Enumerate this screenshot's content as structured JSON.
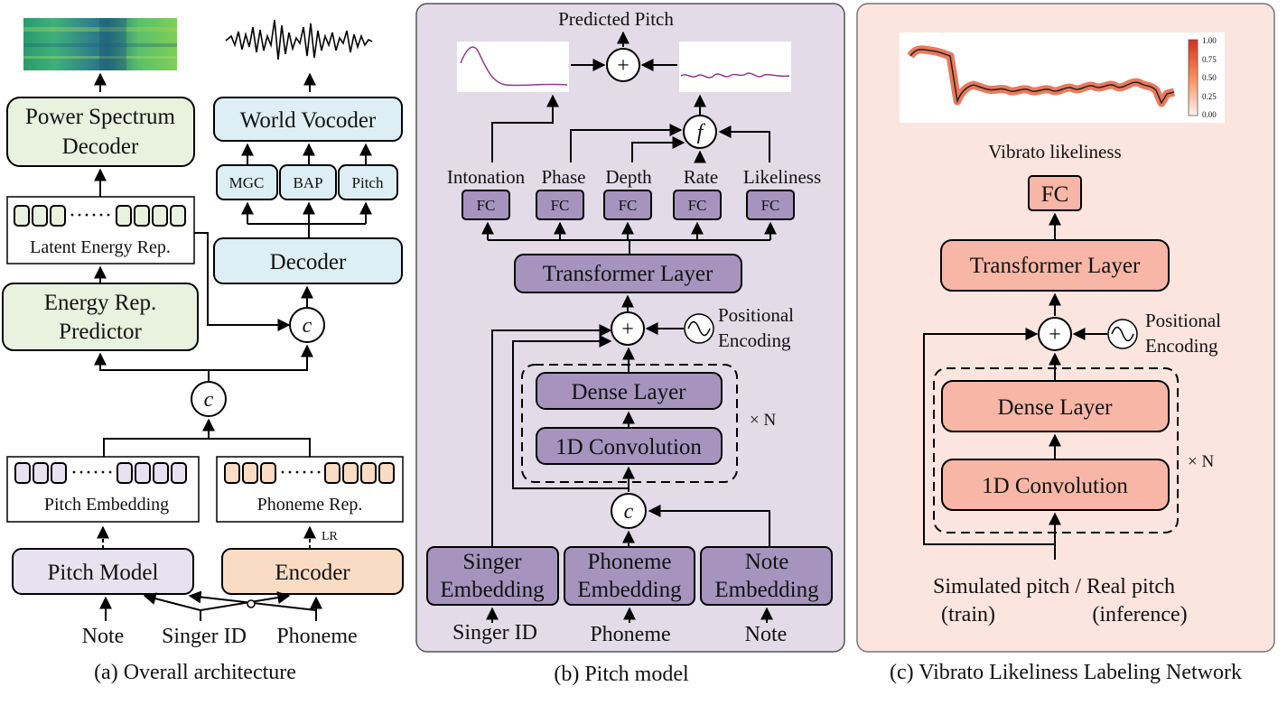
{
  "panel_a": {
    "caption": "(a) Overall architecture",
    "power_spectrum_decoder": [
      "Power Spectrum",
      "Decoder"
    ],
    "world_vocoder": "World Vocoder",
    "mgc": "MGC",
    "bap": "BAP",
    "pitch": "Pitch",
    "latent_energy_rep": "Latent Energy Rep.",
    "decoder": "Decoder",
    "energy_rep_predictor": [
      "Energy Rep.",
      "Predictor"
    ],
    "concat": "c",
    "pitch_embedding": "Pitch Embedding",
    "phoneme_rep": "Phoneme Rep.",
    "lr": "LR",
    "pitch_model": "Pitch Model",
    "encoder": "Encoder",
    "note": "Note",
    "singer_id": "Singer ID",
    "phoneme": "Phoneme",
    "dots": "······"
  },
  "panel_b": {
    "caption": "(b) Pitch model",
    "predicted_pitch": "Predicted Pitch",
    "plus": "+",
    "combine": "f",
    "heads": [
      "Intonation",
      "Phase",
      "Depth",
      "Rate",
      "Likeliness"
    ],
    "fc": "FC",
    "transformer_layer": "Transformer Layer",
    "positional_encoding": [
      "Positional",
      "Encoding"
    ],
    "dense_layer": "Dense Layer",
    "conv1d": "1D Convolution",
    "repeat": "× N",
    "concat": "c",
    "singer_embedding": [
      "Singer",
      "Embedding"
    ],
    "phoneme_embedding": [
      "Phoneme",
      "Embedding"
    ],
    "note_embedding": [
      "Note",
      "Embedding"
    ],
    "singer_id": "Singer ID",
    "phoneme": "Phoneme",
    "note": "Note"
  },
  "panel_c": {
    "caption": "(c) Vibrato  Likeliness Labeling Network",
    "colorbar_ticks": [
      "1.00",
      "0.75",
      "0.50",
      "0.25",
      "0.00"
    ],
    "vibrato_likeliness": "Vibrato likeliness",
    "fc": "FC",
    "transformer_layer": "Transformer Layer",
    "plus": "+",
    "positional_encoding": [
      "Positional",
      "Encoding"
    ],
    "dense_layer": "Dense Layer",
    "conv1d": "1D Convolution",
    "repeat": "× N",
    "input_line1": "Simulated pitch / Real pitch",
    "input_train": "(train)",
    "input_inference": "(inference)"
  },
  "colors": {
    "green_block": "#e9f1df",
    "blue_block": "#deeef5",
    "lavender_block": "#e6e2ef",
    "peach_block": "#fadcc4",
    "purple_block": "#a694be",
    "panel_b_bg": "#e3dbe8",
    "panel_c_bg": "#fde5df",
    "salmon_block": "#f8b7a6",
    "accent_red": "#e8623f"
  }
}
